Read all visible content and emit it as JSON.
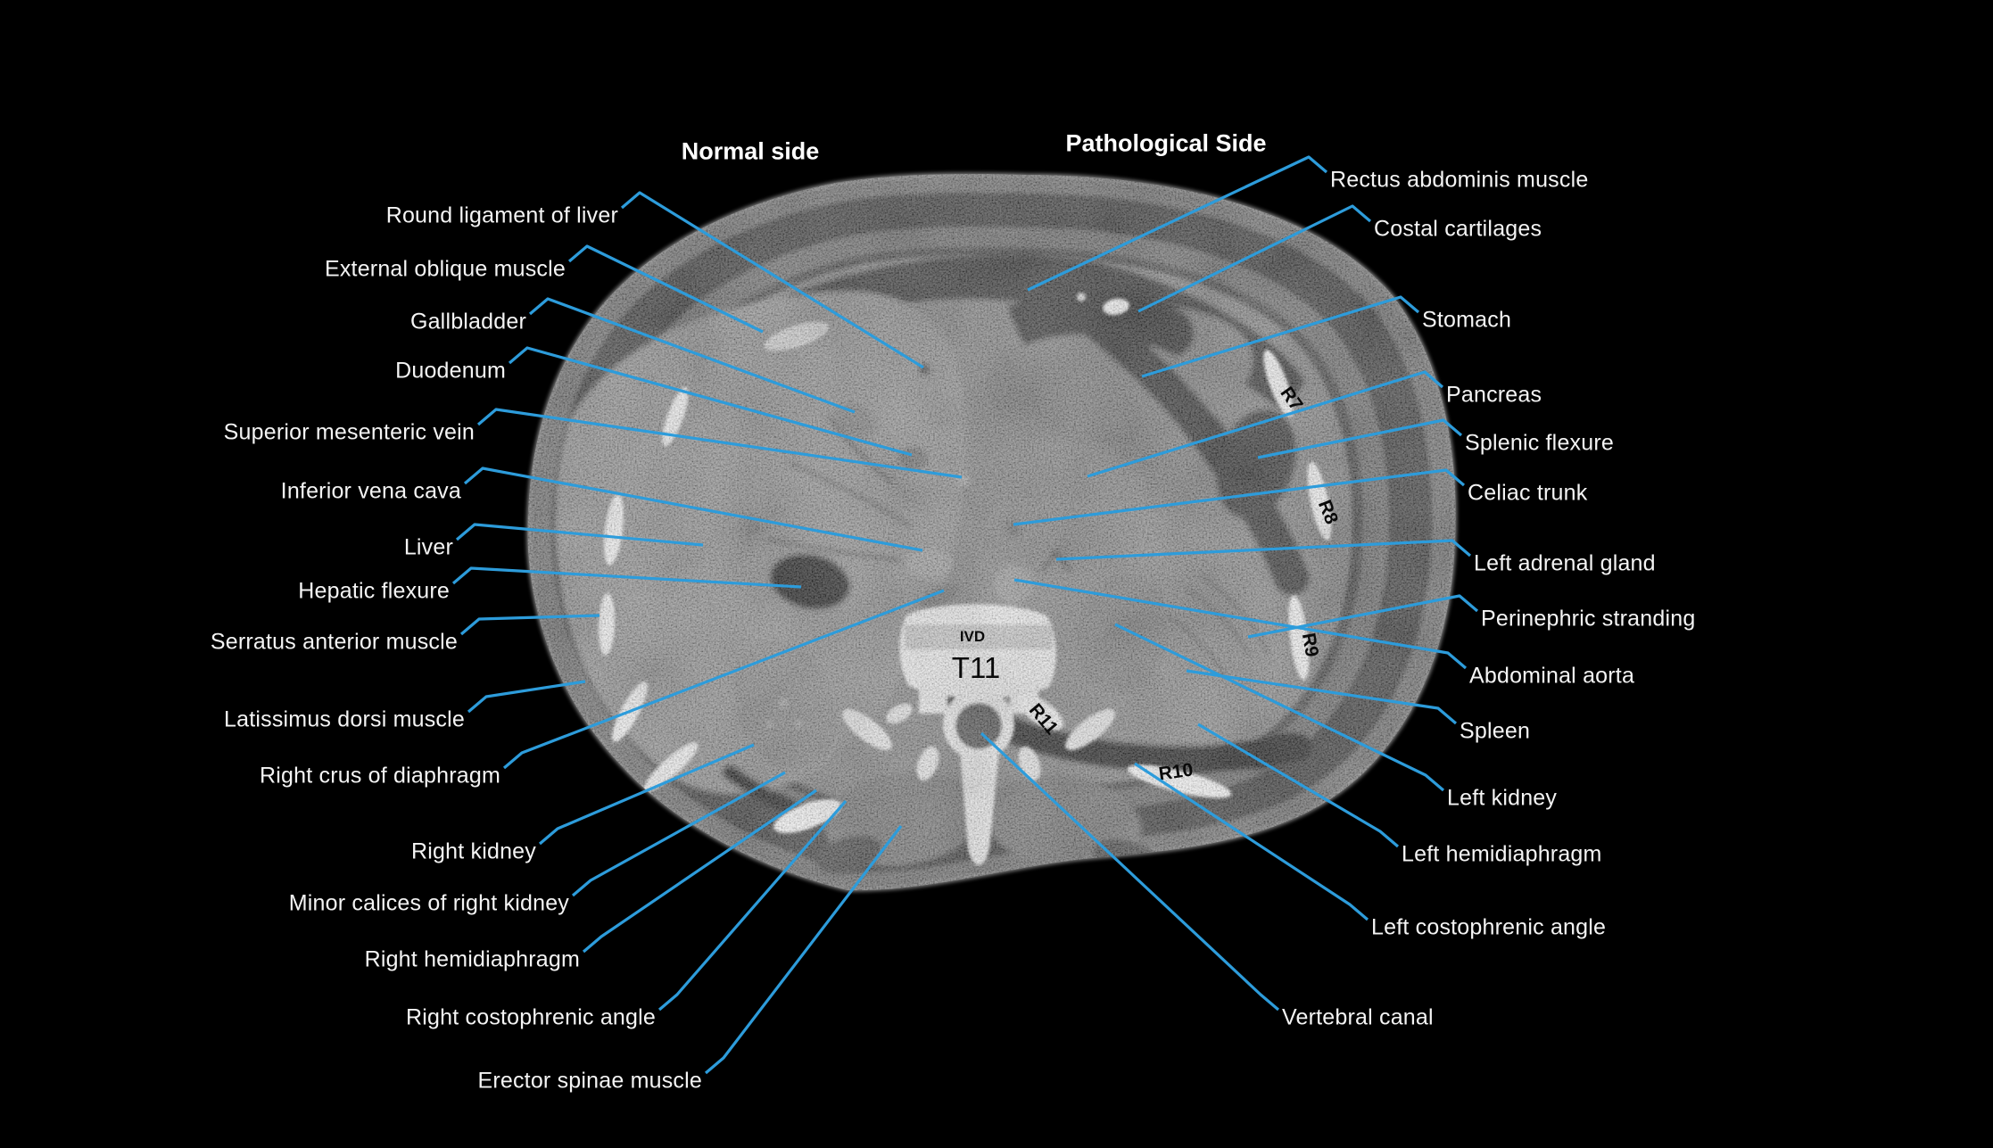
{
  "header": {
    "normal_side": "Normal side",
    "pathological_side": "Pathological Side"
  },
  "left_labels": [
    {
      "label": "Round ligament of liver"
    },
    {
      "label": "External oblique muscle"
    },
    {
      "label": "Gallbladder"
    },
    {
      "label": "Duodenum"
    },
    {
      "label": "Superior mesenteric vein"
    },
    {
      "label": "Inferior vena cava"
    },
    {
      "label": "Liver"
    },
    {
      "label": "Hepatic flexure"
    },
    {
      "label": "Serratus anterior muscle"
    },
    {
      "label": "Latissimus dorsi muscle"
    },
    {
      "label": "Right crus of diaphragm"
    },
    {
      "label": "Right kidney"
    },
    {
      "label": "Minor calices of right kidney"
    },
    {
      "label": "Right hemidiaphragm"
    },
    {
      "label": "Right costophrenic angle"
    },
    {
      "label": "Erector spinae muscle"
    }
  ],
  "right_labels": [
    {
      "label": "Rectus abdominis muscle"
    },
    {
      "label": "Costal cartilages"
    },
    {
      "label": "Stomach"
    },
    {
      "label": "Pancreas"
    },
    {
      "label": "Splenic flexure"
    },
    {
      "label": "Celiac trunk"
    },
    {
      "label": "Left adrenal gland"
    },
    {
      "label": "Perinephric stranding"
    },
    {
      "label": "Abdominal aorta"
    },
    {
      "label": "Spleen"
    },
    {
      "label": "Left kidney"
    },
    {
      "label": "Left hemidiaphragm"
    },
    {
      "label": "Left costophrenic angle"
    },
    {
      "label": "Vertebral canal"
    }
  ],
  "ct_annotations": {
    "ivd": "IVD",
    "vertebra_level": "T11",
    "ribs": [
      {
        "label": "R7"
      },
      {
        "label": "R8"
      },
      {
        "label": "R9"
      },
      {
        "label": "R10"
      },
      {
        "label": "R11"
      }
    ]
  },
  "colors": {
    "background": "#000000",
    "leader_line": "#2d9cdb",
    "label_text": "#f4f4f4",
    "in_image_text": "#0a0a0a"
  }
}
